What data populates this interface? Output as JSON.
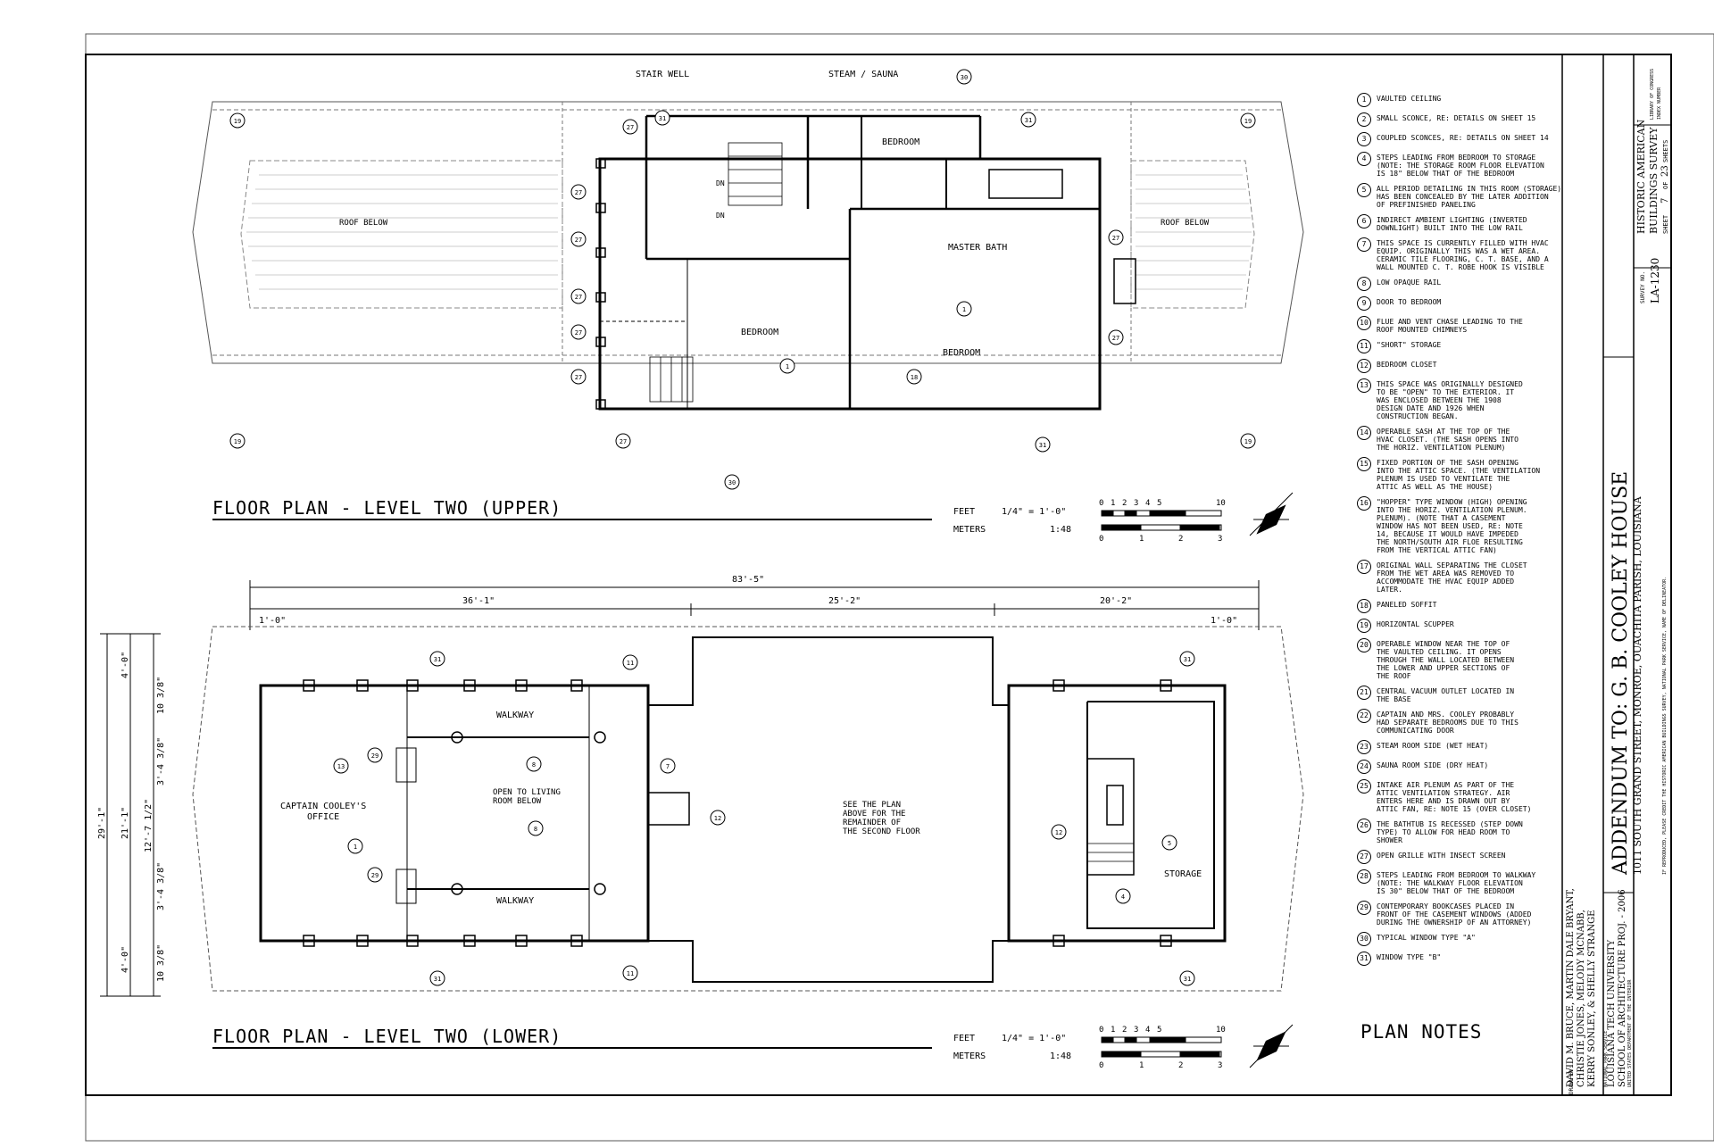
{
  "upper_plan": {
    "title": "FLOOR PLAN - LEVEL TWO (UPPER)",
    "scale_feet_label": "FEET",
    "scale_meters_label": "METERS",
    "scale_ratio": "1/4\" = 1'-0\"",
    "scale_metric": "1:48",
    "scale_feet_ticks": [
      "0",
      "1",
      "2",
      "3",
      "4",
      "5",
      "10"
    ],
    "scale_meter_ticks": [
      "0",
      "1",
      "2",
      "3"
    ],
    "labels": {
      "stair_well": "STAIR WELL",
      "steam_sauna": "STEAM / SAUNA",
      "bedroom_top": "BEDROOM",
      "master_bath": "MASTER BATH",
      "bedroom_left": "BEDROOM",
      "bedroom_right": "BEDROOM",
      "roof_below_left": "ROOF BELOW",
      "roof_below_right": "ROOF BELOW",
      "dn1": "DN",
      "dn2": "DN"
    }
  },
  "lower_plan": {
    "title": "FLOOR PLAN - LEVEL TWO (LOWER)",
    "scale_feet_label": "FEET",
    "scale_meters_label": "METERS",
    "scale_ratio": "1/4\" = 1'-0\"",
    "scale_metric": "1:48",
    "scale_feet_ticks": [
      "0",
      "1",
      "2",
      "3",
      "4",
      "5",
      "10"
    ],
    "scale_meter_ticks": [
      "0",
      "1",
      "2",
      "3"
    ],
    "labels": {
      "walkway_top": "WALKWAY",
      "walkway_bottom": "WALKWAY",
      "open_to_living_1": "OPEN TO LIVING",
      "open_to_living_2": "ROOM BELOW",
      "office_1": "CAPTAIN COOLEY'S",
      "office_2": "OFFICE",
      "see_plan_1": "SEE THE PLAN",
      "see_plan_2": "ABOVE FOR THE",
      "see_plan_3": "REMAINDER OF",
      "see_plan_4": "THE SECOND FLOOR",
      "storage": "STORAGE"
    },
    "dimensions": {
      "overall": "83'-5\"",
      "seg1": "36'-1\"",
      "seg2": "25'-2\"",
      "seg3": "20'-2\"",
      "end_left": "1'-0\"",
      "end_right": "1'-0\"",
      "v_overall": "29'-1\"",
      "v_inner": "21'-1\"",
      "v_top": "4'-0\"",
      "v_bottom": "4'-0\"",
      "v_a": "10 3/8\"",
      "v_b": "3'-4 3/8\"",
      "v_c": "12'-7 1/2\"",
      "v_d": "3'-4 3/8\"",
      "v_e": "10 3/8\""
    }
  },
  "plan_notes": {
    "title": "PLAN NOTES",
    "items": [
      {
        "num": "1",
        "text": "VAULTED CEILING"
      },
      {
        "num": "2",
        "text": "SMALL SCONCE, RE: DETAILS ON SHEET 15"
      },
      {
        "num": "3",
        "text": "COUPLED SCONCES, RE: DETAILS ON SHEET 14"
      },
      {
        "num": "4",
        "text": "STEPS LEADING FROM BEDROOM TO STORAGE\n(NOTE: THE STORAGE ROOM FLOOR ELEVATION\nIS 18\" BELOW THAT OF THE BEDROOM"
      },
      {
        "num": "5",
        "text": "ALL PERIOD DETAILING IN THIS ROOM (STORAGE)\nHAS BEEN CONCEALED BY THE LATER ADDITION\nOF PREFINISHED PANELING"
      },
      {
        "num": "6",
        "text": "INDIRECT AMBIENT LIGHTING (INVERTED\nDOWNLIGHT) BUILT INTO THE LOW RAIL"
      },
      {
        "num": "7",
        "text": "THIS SPACE IS CURRENTLY FILLED WITH HVAC\nEQUIP. ORIGINALLY THIS WAS A WET AREA.\nCERAMIC TILE FLOORING, C. T. BASE, AND A\nWALL MOUNTED C. T. ROBE HOOK IS VISIBLE"
      },
      {
        "num": "8",
        "text": "LOW OPAQUE RAIL"
      },
      {
        "num": "9",
        "text": "DOOR TO BEDROOM"
      },
      {
        "num": "10",
        "text": "FLUE AND VENT CHASE LEADING TO THE\nROOF MOUNTED CHIMNEYS"
      },
      {
        "num": "11",
        "text": "\"SHORT\" STORAGE"
      },
      {
        "num": "12",
        "text": "BEDROOM CLOSET"
      },
      {
        "num": "13",
        "text": "THIS SPACE WAS ORIGINALLY DESIGNED\nTO BE \"OPEN\" TO THE EXTERIOR. IT\nWAS ENCLOSED BETWEEN THE 1908\nDESIGN DATE AND 1926 WHEN\nCONSTRUCTION BEGAN."
      },
      {
        "num": "14",
        "text": "OPERABLE SASH AT THE TOP OF THE\nHVAC CLOSET. (THE SASH OPENS INTO\nTHE HORIZ. VENTILATION PLENUM)"
      },
      {
        "num": "15",
        "text": "FIXED PORTION OF THE SASH OPENING\nINTO THE ATTIC SPACE. (THE VENTILATION\nPLENUM IS USED TO VENTILATE THE\nATTIC AS WELL AS THE HOUSE)"
      },
      {
        "num": "16",
        "text": "\"HOPPER\" TYPE WINDOW (HIGH) OPENING\nINTO THE HORIZ. VENTILATION PLENUM.\nPLENUM). (NOTE THAT A CASEMENT\nWINDOW HAS NOT BEEN USED, RE: NOTE\n14, BECAUSE IT WOULD HAVE IMPEDED\nTHE NORTH/SOUTH AIR FLOE RESULTING\nFROM THE VERTICAL ATTIC FAN)"
      },
      {
        "num": "17",
        "text": "ORIGINAL WALL SEPARATING THE CLOSET\nFROM THE WET AREA WAS REMOVED TO\nACCOMMODATE THE HVAC EQUIP ADDED\nLATER."
      },
      {
        "num": "18",
        "text": "PANELED SOFFIT"
      },
      {
        "num": "19",
        "text": "HORIZONTAL SCUPPER"
      },
      {
        "num": "20",
        "text": "OPERABLE WINDOW NEAR THE TOP OF\nTHE VAULTED CEILING. IT OPENS\nTHROUGH THE WALL LOCATED BETWEEN\nTHE LOWER AND UPPER SECTIONS OF\nTHE ROOF"
      },
      {
        "num": "21",
        "text": "CENTRAL VACUUM OUTLET LOCATED IN\nTHE BASE"
      },
      {
        "num": "22",
        "text": "CAPTAIN AND MRS. COOLEY PROBABLY\nHAD SEPARATE BEDROOMS DUE TO THIS\nCOMMUNICATING DOOR"
      },
      {
        "num": "23",
        "text": "STEAM ROOM SIDE (WET HEAT)"
      },
      {
        "num": "24",
        "text": "SAUNA ROOM SIDE (DRY HEAT)"
      },
      {
        "num": "25",
        "text": "INTAKE AIR PLENUM AS PART OF THE\nATTIC VENTILATION STRATEGY. AIR\nENTERS HERE AND IS DRAWN OUT BY\nATTIC FAN, RE: NOTE 15 (OVER CLOSET)"
      },
      {
        "num": "26",
        "text": "THE BATHTUB IS RECESSED (STEP DOWN\nTYPE) TO ALLOW FOR HEAD ROOM TO\nSHOWER"
      },
      {
        "num": "27",
        "text": "OPEN GRILLE WITH INSECT SCREEN"
      },
      {
        "num": "28",
        "text": "STEPS LEADING FROM BEDROOM TO WALKWAY\n(NOTE: THE WALKWAY FLOOR ELEVATION\nIS 30\" BELOW THAT OF THE BEDROOM"
      },
      {
        "num": "29",
        "text": "CONTEMPORARY BOOKCASES PLACED IN\nFRONT OF THE CASEMENT WINDOWS (ADDED\nDURING THE OWNERSHIP OF AN ATTORNEY)"
      },
      {
        "num": "30",
        "text": "TYPICAL WINDOW TYPE \"A\""
      },
      {
        "num": "31",
        "text": "WINDOW TYPE \"B\""
      }
    ]
  },
  "title_block": {
    "drawn_by_label": "DRAWN BY:",
    "drawn_by_1": "DAVID M. BRUCE, MARTIN DALE BRYANT,",
    "drawn_by_2": "CHRISTIE JONES, MELODY MCNABB,",
    "drawn_by_3": "KERRY SONLEY, & SHELLY STRANGE",
    "university_1": "LOUISIANA TECH UNIVERSITY",
    "university_2": "SCHOOL OF ARCHITECTURE PROJ. - 2006",
    "agency_1": "NATIONAL PARK SERVICE",
    "agency_2": "UNITED STATES DEPARTMENT OF THE INTERIOR",
    "main_title": "ADDENDUM TO: G. B. COOLEY HOUSE",
    "address": "1011 SOUTH GRAND STREET,   MONROE,   OUACHITA PARISH,   LOUISIANA",
    "reproduction_note": "IF REPRODUCED, PLEASE CREDIT THE HISTORIC AMERICAN BUILDINGS SURVEY, NATIONAL PARK SERVICE, NAME OF DELINEATOR.",
    "survey_label": "SURVEY NO.",
    "survey_no": "LA-1230",
    "habs_1": "HISTORIC AMERICAN",
    "habs_2": "BUILDINGS SURVEY",
    "sheet_label": "SHEET",
    "sheet_no": "7",
    "sheet_of": "OF",
    "sheet_total": "23",
    "sheets_label": "SHEETS",
    "loc_1": "LIBRARY OF CONGRESS",
    "loc_2": "INDEX NUMBER"
  }
}
